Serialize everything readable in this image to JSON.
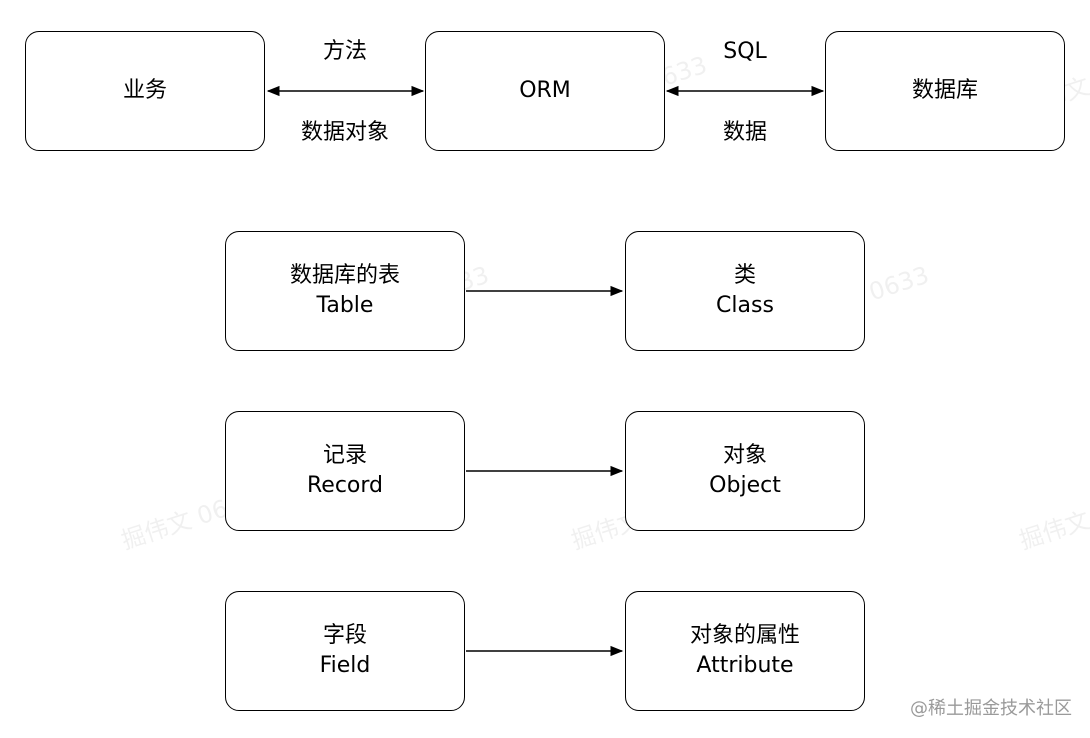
{
  "top_row": {
    "business": "业务",
    "orm": "ORM",
    "database": "数据库",
    "link_business_orm": {
      "above": "方法",
      "below": "数据对象"
    },
    "link_orm_database": {
      "above": "SQL",
      "below": "数据"
    }
  },
  "mappings": [
    {
      "from": [
        "数据库的表",
        "Table"
      ],
      "to": [
        "类",
        "Class"
      ]
    },
    {
      "from": [
        "记录",
        "Record"
      ],
      "to": [
        "对象",
        "Object"
      ]
    },
    {
      "from": [
        "字段",
        "Field"
      ],
      "to": [
        "对象的属性",
        "Attribute"
      ]
    }
  ],
  "watermark": "掘伟文 0633",
  "footer_mark": "@稀土掘金技术社区",
  "colors": {
    "stroke": "#000000",
    "background": "#ffffff",
    "footer_text": "#9a9a9a"
  }
}
